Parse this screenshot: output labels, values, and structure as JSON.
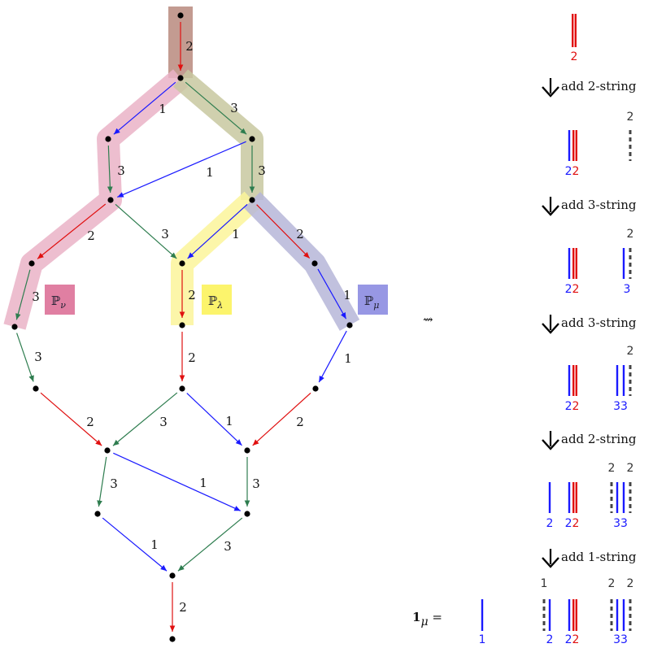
{
  "colors": {
    "edge_1": "#1a1aff",
    "edge_2": "#e01010",
    "edge_3": "#2e7d4f",
    "node": "#000000",
    "band_brown": "#b98a7e",
    "band_pink": "#eab3c7",
    "band_olive": "#c8c8a0",
    "band_yellow": "#fbf59a",
    "band_lavender": "#b6b6d8",
    "box_nu": "#e07fa2",
    "box_lambda": "#fcf46c",
    "box_mu": "#9797e4",
    "dash_gray": "#444444"
  },
  "graph": {
    "nodes": [
      "n0",
      "n1",
      "n2",
      "n3",
      "n4",
      "n5",
      "n6",
      "n7",
      "n8",
      "n9",
      "n10",
      "n11",
      "n12",
      "n13",
      "n14",
      "n15",
      "n16",
      "n17"
    ],
    "edges": [
      {
        "from": "n0",
        "to": "n1",
        "label": "2"
      },
      {
        "from": "n1",
        "to": "n2",
        "label": "1"
      },
      {
        "from": "n1",
        "to": "n3",
        "label": "3"
      },
      {
        "from": "n2",
        "to": "n4",
        "label": "3"
      },
      {
        "from": "n3",
        "to": "n4",
        "label": "1"
      },
      {
        "from": "n3",
        "to": "n5",
        "label": "3"
      },
      {
        "from": "n4",
        "to": "n6",
        "label": "2"
      },
      {
        "from": "n4",
        "to": "n7",
        "label": "3"
      },
      {
        "from": "n5",
        "to": "n7",
        "label": "1"
      },
      {
        "from": "n5",
        "to": "n8",
        "label": "2"
      },
      {
        "from": "n6",
        "to": "n9",
        "label": "3"
      },
      {
        "from": "n7",
        "to": "n10",
        "label": "2"
      },
      {
        "from": "n8",
        "to": "n11",
        "label": "1"
      },
      {
        "from": "n9",
        "to": "n12",
        "label": "3"
      },
      {
        "from": "n10",
        "to": "n13",
        "label": "2"
      },
      {
        "from": "n11",
        "to": "n14",
        "label": "1"
      },
      {
        "from": "n12",
        "to": "n15",
        "label": "2"
      },
      {
        "from": "n13",
        "to": "n15",
        "label": "3"
      },
      {
        "from": "n13",
        "to": "n16",
        "label": "1"
      },
      {
        "from": "n14",
        "to": "n16",
        "label": "2"
      },
      {
        "from": "n15",
        "to": "n17",
        "label": "3"
      },
      {
        "from": "n15",
        "to": "n18",
        "label": "1"
      },
      {
        "from": "n16",
        "to": "n18",
        "label": "3"
      },
      {
        "from": "n17",
        "to": "n19",
        "label": "1"
      },
      {
        "from": "n18",
        "to": "n19",
        "label": "3"
      },
      {
        "from": "n19",
        "to": "n20",
        "label": "2"
      }
    ],
    "boxes": [
      {
        "id": "nu",
        "label": "ℙ",
        "sub": "ν"
      },
      {
        "id": "lambda",
        "label": "ℙ",
        "sub": "λ"
      },
      {
        "id": "mu",
        "label": "ℙ",
        "sub": "μ"
      }
    ]
  },
  "arrow_symbol": "⇝",
  "steps": [
    {
      "label": "add 2-string"
    },
    {
      "label": "add 3-string"
    },
    {
      "label": "add 3-string"
    },
    {
      "label": "add 2-string"
    },
    {
      "label": "add 1-string"
    }
  ],
  "diagrams": [
    {
      "groups": [
        {
          "text": "2",
          "text_color": "edge_2",
          "strands": [
            {
              "style": "double",
              "color": "edge_2"
            }
          ]
        }
      ]
    },
    {
      "groups": [
        {
          "text": "22",
          "text_colors": [
            "edge_1",
            "edge_2"
          ],
          "strands": [
            {
              "style": "solid",
              "color": "edge_1"
            },
            {
              "style": "double",
              "color": "edge_2"
            }
          ]
        },
        {
          "top": "2",
          "strands": [
            {
              "style": "dashed",
              "color": "dash_gray"
            }
          ]
        }
      ]
    },
    {
      "groups": [
        {
          "text": "22",
          "text_colors": [
            "edge_1",
            "edge_2"
          ],
          "strands": [
            {
              "style": "solid",
              "color": "edge_1"
            },
            {
              "style": "double",
              "color": "edge_2"
            }
          ]
        },
        {
          "text": "3",
          "text_color": "edge_1",
          "top": "2",
          "strands": [
            {
              "style": "solid",
              "color": "edge_1"
            },
            {
              "style": "dashed",
              "color": "dash_gray"
            }
          ]
        }
      ]
    },
    {
      "groups": [
        {
          "text": "22",
          "text_colors": [
            "edge_1",
            "edge_2"
          ],
          "strands": [
            {
              "style": "solid",
              "color": "edge_1"
            },
            {
              "style": "double",
              "color": "edge_2"
            }
          ]
        },
        {
          "text": "33",
          "text_color": "edge_1",
          "top": "2",
          "strands": [
            {
              "style": "solid",
              "color": "edge_1"
            },
            {
              "style": "solid",
              "color": "edge_1"
            },
            {
              "style": "dashed",
              "color": "dash_gray"
            }
          ]
        }
      ]
    },
    {
      "groups": [
        {
          "text": "2",
          "text_color": "edge_1",
          "strands": [
            {
              "style": "solid",
              "color": "edge_1"
            }
          ]
        },
        {
          "text": "22",
          "text_colors": [
            "edge_1",
            "edge_2"
          ],
          "strands": [
            {
              "style": "solid",
              "color": "edge_1"
            },
            {
              "style": "double",
              "color": "edge_2"
            }
          ]
        },
        {
          "text": "33",
          "text_color": "edge_1",
          "top": "2 2",
          "strands": [
            {
              "style": "dashed",
              "color": "dash_gray"
            },
            {
              "style": "solid",
              "color": "edge_1"
            },
            {
              "style": "solid",
              "color": "edge_1"
            },
            {
              "style": "dashed",
              "color": "dash_gray"
            }
          ]
        }
      ]
    },
    {
      "groups": [
        {
          "text": "1",
          "text_color": "edge_1",
          "strands": [
            {
              "style": "solid",
              "color": "edge_1"
            }
          ]
        },
        {
          "top": "1",
          "text": "2",
          "text_color": "edge_1",
          "strands": [
            {
              "style": "dashed",
              "color": "dash_gray"
            },
            {
              "style": "solid",
              "color": "edge_1"
            }
          ]
        },
        {
          "text": "22",
          "text_colors": [
            "edge_1",
            "edge_2"
          ],
          "strands": [
            {
              "style": "solid",
              "color": "edge_1"
            },
            {
              "style": "double",
              "color": "edge_2"
            }
          ]
        },
        {
          "text": "33",
          "text_color": "edge_1",
          "top": "2 2",
          "strands": [
            {
              "style": "dashed",
              "color": "dash_gray"
            },
            {
              "style": "solid",
              "color": "edge_1"
            },
            {
              "style": "solid",
              "color": "edge_1"
            },
            {
              "style": "dashed",
              "color": "dash_gray"
            }
          ]
        }
      ]
    }
  ],
  "final_label": {
    "bold": "1",
    "sub": "μ",
    "rest": " ="
  }
}
